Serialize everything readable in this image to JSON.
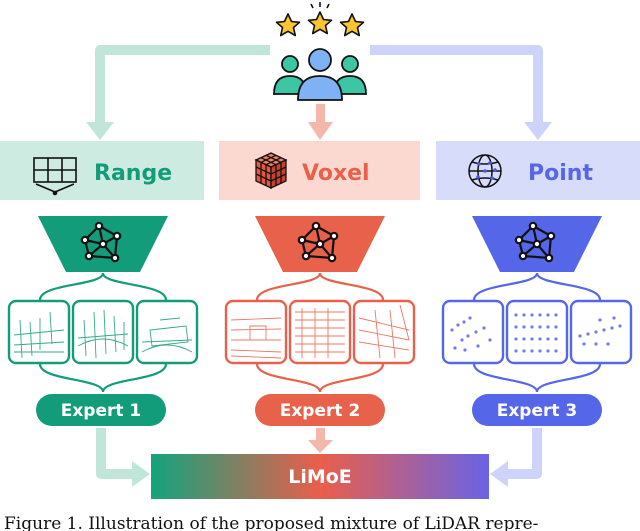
{
  "figure": {
    "modes": [
      {
        "label": "Range",
        "color": "#129c79",
        "bg": "#cdebe1",
        "icon": "range-grid-icon"
      },
      {
        "label": "Voxel",
        "color": "#e8614a",
        "bg": "#fbd9d0",
        "icon": "voxel-cube-icon"
      },
      {
        "label": "Point",
        "color": "#5566e8",
        "bg": "#d8dcfb",
        "icon": "point-sphere-icon"
      }
    ],
    "experts": [
      {
        "label": "Expert 1",
        "color": "#129c79"
      },
      {
        "label": "Expert 2",
        "color": "#e8614a"
      },
      {
        "label": "Expert 3",
        "color": "#5566e8"
      }
    ],
    "output_label": "LiMoE",
    "top_icon": "users-three-stars-icon",
    "network_icon": "network-graph-icon",
    "caption": "Figure 1. Illustration of the proposed mixture of LiDAR repre-"
  }
}
